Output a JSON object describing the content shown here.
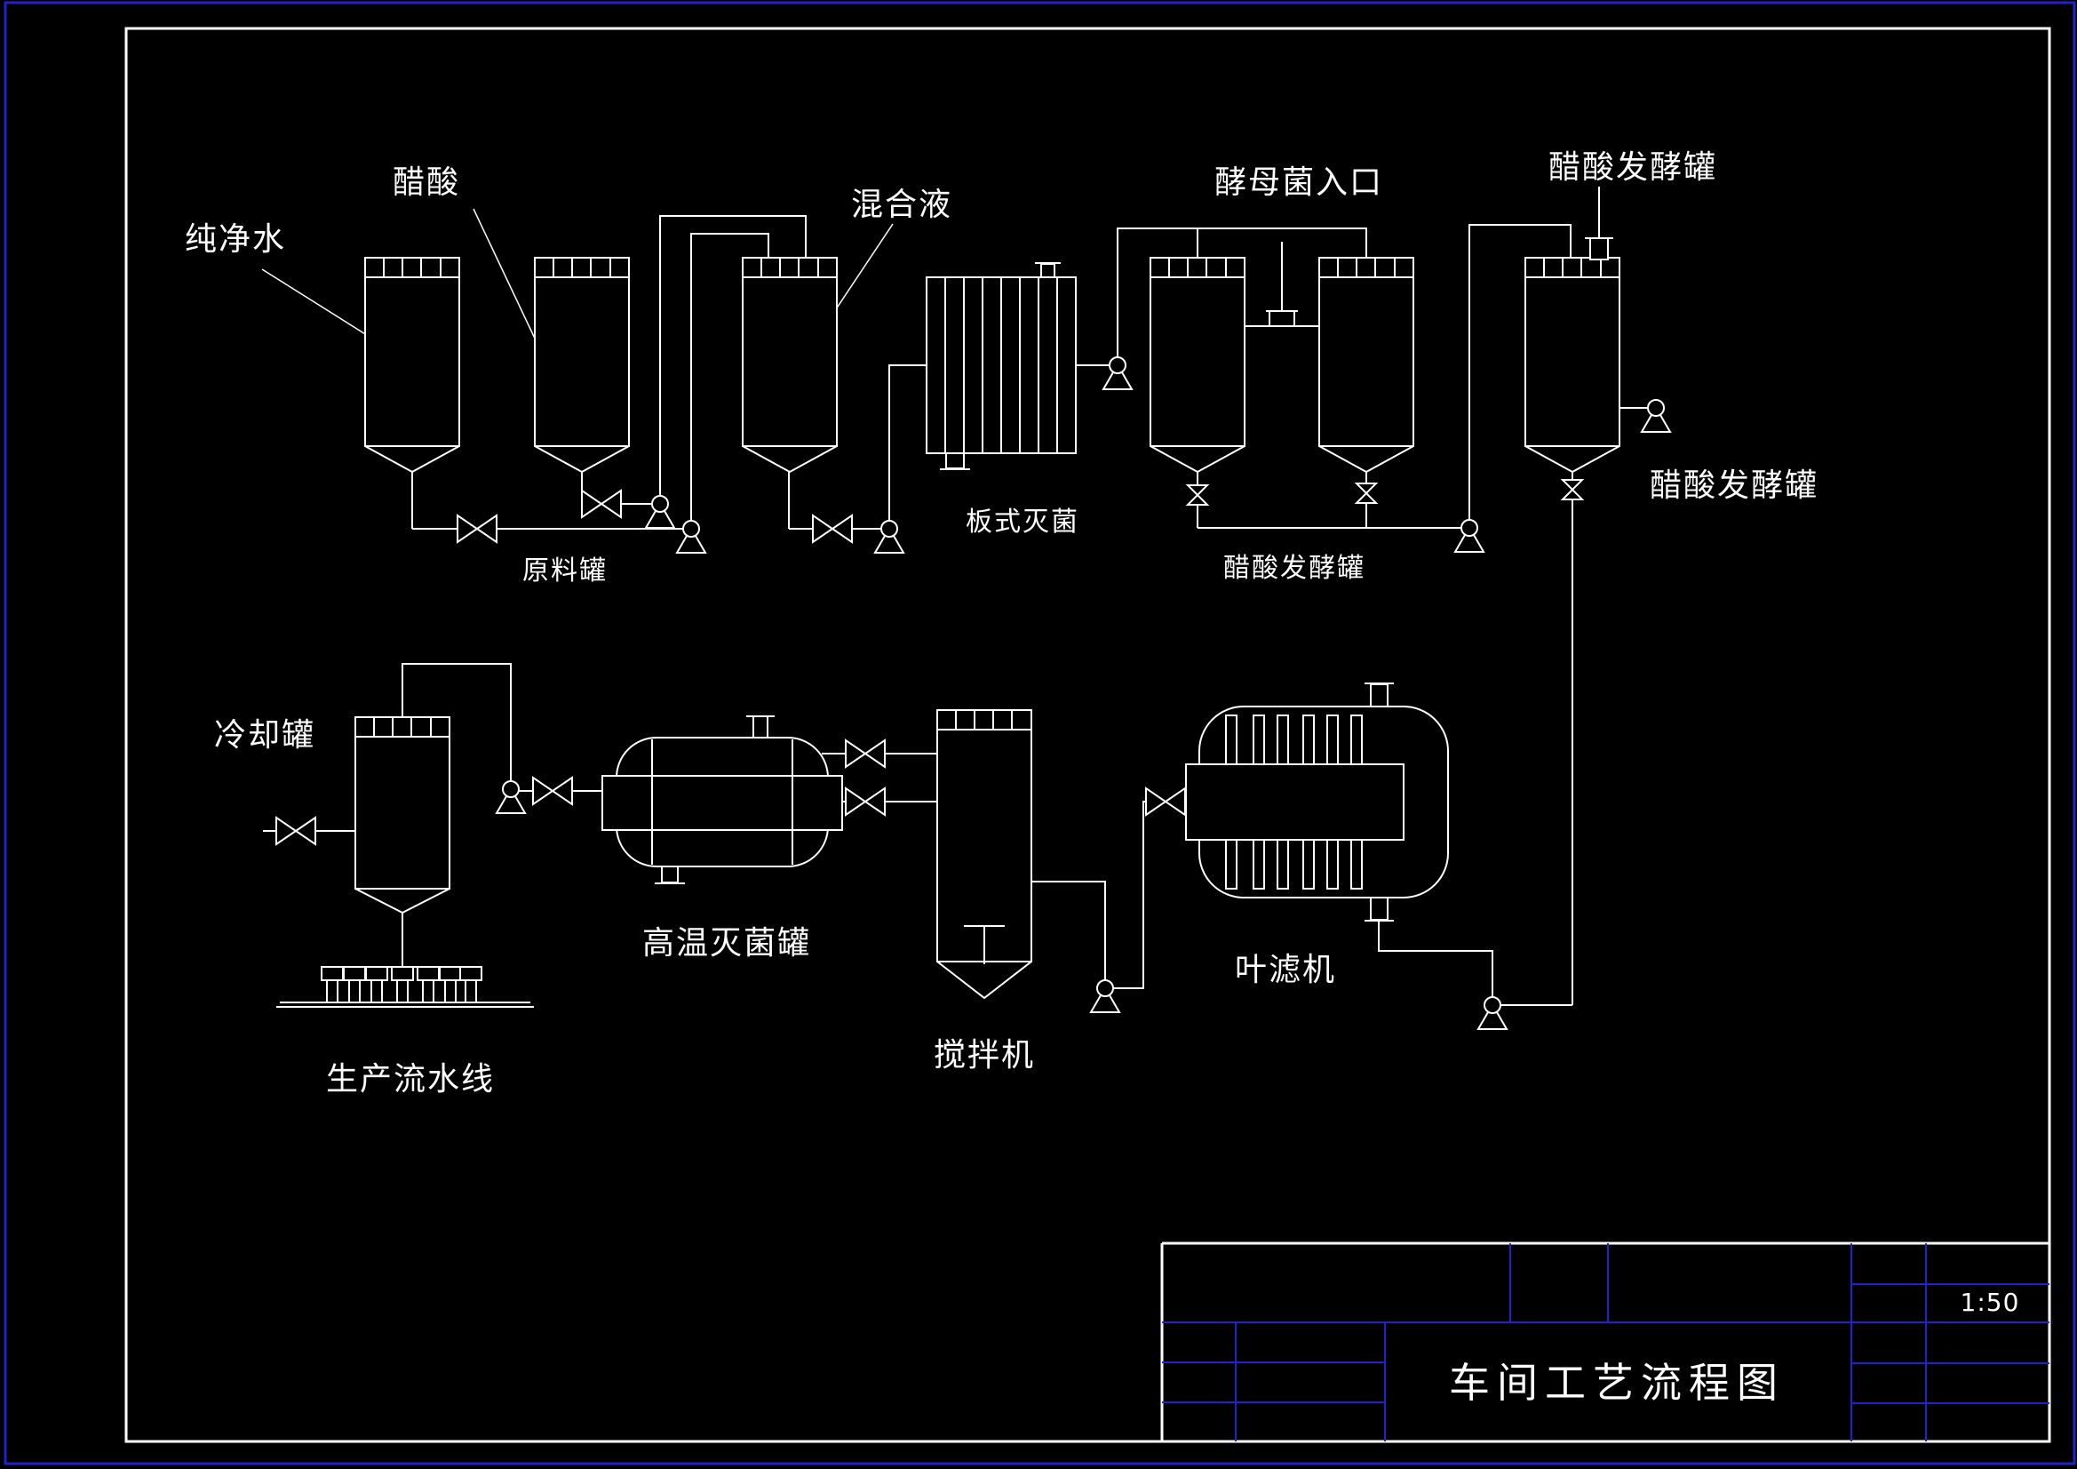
{
  "drawing": {
    "background_color": "#000000",
    "line_color": "#ffffff",
    "frame_color": "#2121cd",
    "labels": {
      "pure_water": "纯净水",
      "acetic_acid": "醋酸",
      "mixed_liquid": "混合液",
      "yeast_inlet": "酵母菌入口",
      "fermenter_top_right": "醋酸发酵罐",
      "fermenter_right_mid": "醋酸发酵罐",
      "fermenter_bottom": "醋酸发酵罐",
      "raw_material_tank": "原料罐",
      "plate_sterilizer": "板式灭菌",
      "cooling_tank": "冷却罐",
      "high_temp_sterilizer": "高温灭菌罐",
      "mixer": "搅拌机",
      "leaf_filter": "叶滤机",
      "production_line": "生产流水线"
    },
    "title_block": {
      "title": "车间工艺流程图",
      "scale": "1:50"
    }
  }
}
